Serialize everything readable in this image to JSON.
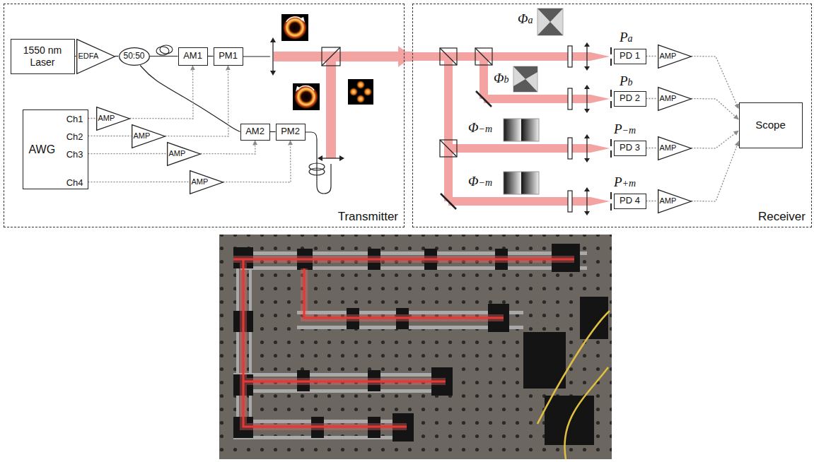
{
  "diagram": {
    "nodes": [
      {
        "text": [
          "Transmitter"
        ]
      },
      {
        "text": [
          "1550 nm Laser"
        ],
        "in": 0
      },
      {
        "text": [
          "EDFA"
        ],
        "in": 0
      },
      {
        "text": [
          "50:50"
        ],
        "in": 0
      },
      {
        "text": [
          "AM1"
        ],
        "in": 0
      },
      {
        "text": [
          "PM1"
        ],
        "in": 0
      },
      {
        "text": [
          "AWG",
          "Ch1",
          "Ch2",
          "Ch3",
          "Ch4"
        ],
        "in": 0
      },
      {
        "text": [
          "AMP"
        ],
        "in": 0
      },
      {
        "text": [
          "AMP"
        ],
        "in": 0
      },
      {
        "text": [
          "AMP"
        ],
        "in": 0
      },
      {
        "text": [
          "AMP"
        ],
        "in": 0
      },
      {
        "text": [
          "AM2"
        ],
        "in": 0
      },
      {
        "text": [
          "PM2"
        ],
        "in": 0
      },
      {
        "text": [
          "Receiver"
        ]
      },
      {
        "text": [
          "PD 1"
        ],
        "in": 13
      },
      {
        "text": [
          "AMP"
        ],
        "in": 13
      },
      {
        "text": [
          "PD 2"
        ],
        "in": 13
      },
      {
        "text": [
          "AMP"
        ],
        "in": 13
      },
      {
        "text": [
          "PD 3"
        ],
        "in": 13
      },
      {
        "text": [
          "AMP"
        ],
        "in": 13
      },
      {
        "text": [
          "PD 4"
        ],
        "in": 13
      },
      {
        "text": [
          "AMP"
        ],
        "in": 13
      },
      {
        "text": [
          "Scope"
        ],
        "in": 13
      }
    ],
    "edges": [
      {
        "from": 1,
        "to": 2,
        "arrow": "none"
      },
      {
        "from": 2,
        "to": 3,
        "arrow": "none"
      },
      {
        "from": 3,
        "to": 4,
        "arrow": "none"
      },
      {
        "from": 4,
        "to": 5,
        "arrow": "none"
      },
      {
        "from": 3,
        "to": 11,
        "arrow": "none"
      },
      {
        "from": 11,
        "to": 12,
        "arrow": "none"
      },
      {
        "from": 6,
        "to": 7,
        "arrow": "none"
      },
      {
        "from": 6,
        "to": 8,
        "arrow": "none"
      },
      {
        "from": 6,
        "to": 9,
        "arrow": "none"
      },
      {
        "from": 6,
        "to": 10,
        "arrow": "none"
      },
      {
        "from": 7,
        "to": 4,
        "arrow": "to"
      },
      {
        "from": 8,
        "to": 5,
        "arrow": "to"
      },
      {
        "from": 9,
        "to": 11,
        "arrow": "to"
      },
      {
        "from": 10,
        "to": 12,
        "arrow": "to"
      },
      {
        "from": 0,
        "to": 13,
        "arrow": "to"
      },
      {
        "from": 14,
        "to": 15,
        "arrow": "none"
      },
      {
        "from": 15,
        "to": 22,
        "arrow": "to"
      },
      {
        "from": 16,
        "to": 17,
        "arrow": "none"
      },
      {
        "from": 17,
        "to": 22,
        "arrow": "to"
      },
      {
        "from": 18,
        "to": 19,
        "arrow": "none"
      },
      {
        "from": 19,
        "to": 22,
        "arrow": "to"
      },
      {
        "from": 20,
        "to": 21,
        "arrow": "none"
      },
      {
        "from": 21,
        "to": 22,
        "arrow": "to"
      }
    ],
    "labels": [
      "Φa",
      "Pa",
      "Φb",
      "Pb",
      "Φ−m",
      "P−m",
      "Φ−m",
      "P+m"
    ]
  }
}
